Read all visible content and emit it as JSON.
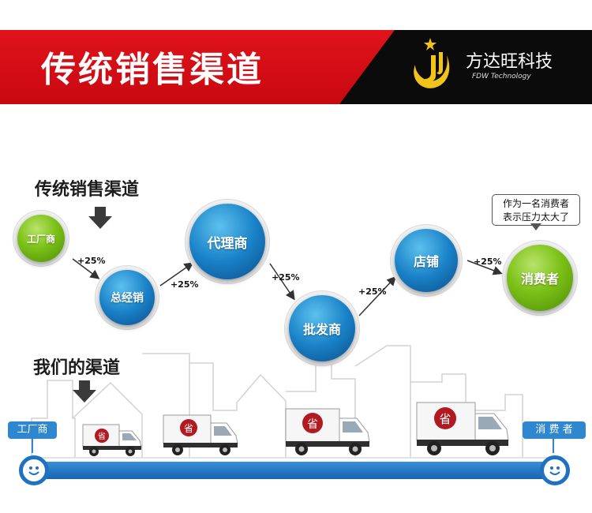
{
  "header": {
    "title": "传统销售渠道",
    "brand_name": "方达旺科技",
    "brand_sub": "FDW Technology"
  },
  "traditional": {
    "label": "传统销售渠道",
    "nodes": [
      "工厂商",
      "总经销",
      "代理商",
      "批发商",
      "店铺",
      "消费者"
    ],
    "markups": [
      "+25%",
      "+25%",
      "+25%",
      "+25%",
      "+25%"
    ],
    "bubble": [
      "作为一名消费者",
      "表示压力太大了"
    ]
  },
  "ours": {
    "label": "我们的渠道",
    "start": "工厂商",
    "end": "消 费 者",
    "truck_badge": "省"
  },
  "colors": {
    "banner_red": "#d9101a",
    "banner_black": "#0b0b0b",
    "node_green": "#7cc117",
    "node_blue": "#1a82c8",
    "timeline_blue": "#1f72c2"
  }
}
